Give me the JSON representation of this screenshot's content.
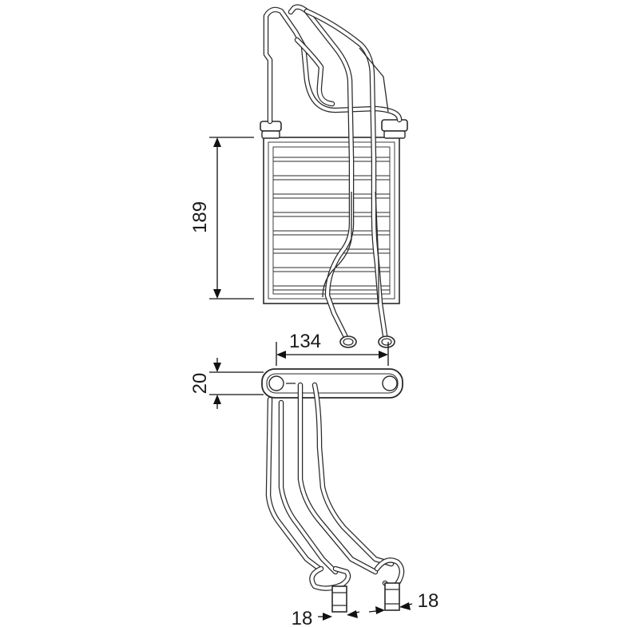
{
  "dimensions": {
    "height": "189",
    "width": "134",
    "thickness": "20",
    "pipe_left": "18",
    "pipe_right": "18"
  }
}
